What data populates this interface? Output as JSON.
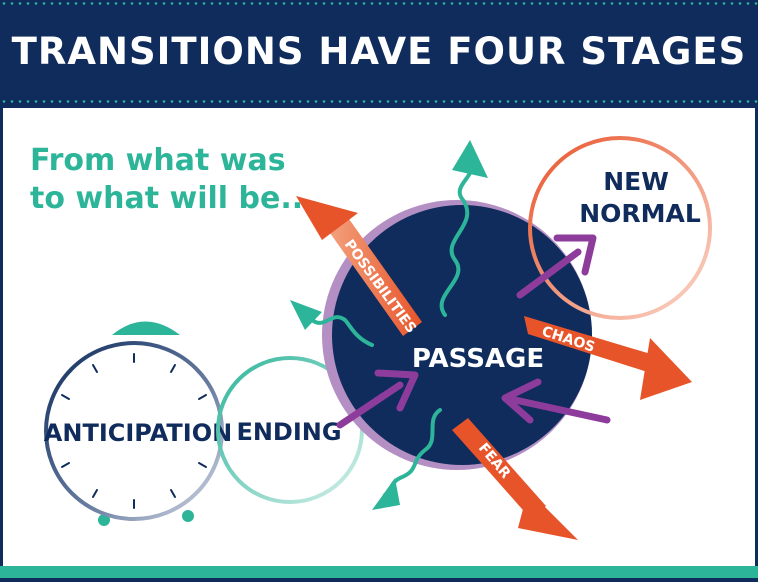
{
  "header": {
    "title": "TRANSITIONS HAVE FOUR STAGES"
  },
  "subtitle": {
    "line1": "From what was",
    "line2": "to what will be..."
  },
  "stages": {
    "anticipation": "ANTICIPATION",
    "ending": "ENDING",
    "passage": "PASSAGE",
    "new_normal_line1": "NEW",
    "new_normal_line2": "NORMAL"
  },
  "arrows": {
    "possibilities": "POSSIBILITIES",
    "chaos": "CHAOS",
    "fear": "FEAR"
  },
  "colors": {
    "navy": "#0f2c5c",
    "teal": "#2db59a",
    "orange": "#e8542a",
    "purple": "#8e3c9c",
    "light_purple": "#b48fc4"
  }
}
